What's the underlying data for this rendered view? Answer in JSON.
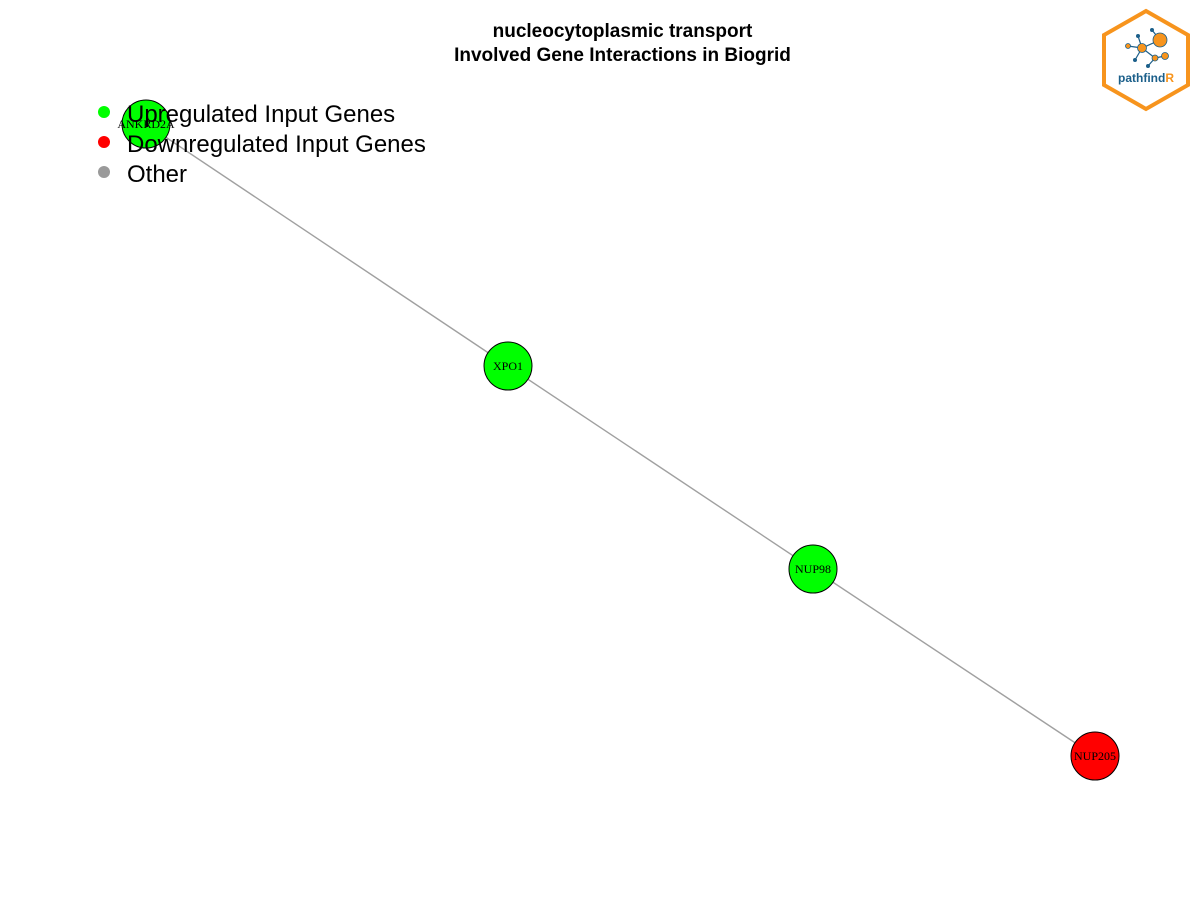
{
  "title": {
    "line1": "nucleocytoplasmic transport",
    "line2": "Involved Gene Interactions in Biogrid"
  },
  "legend": [
    {
      "label": "Upregulated Input Genes",
      "color": "#00ff00"
    },
    {
      "label": "Downregulated Input Genes",
      "color": "#ff0000"
    },
    {
      "label": "Other",
      "color": "#9a9a9a"
    }
  ],
  "network": {
    "nodes": [
      {
        "id": "ANKRD2A",
        "label": "ANKRD2A",
        "color": "#00ff00"
      },
      {
        "id": "XPO1",
        "label": "XPO1",
        "color": "#00ff00"
      },
      {
        "id": "NUP98",
        "label": "NUP98",
        "color": "#00ff00"
      },
      {
        "id": "NUP205",
        "label": "NUP205",
        "color": "#ff0000"
      }
    ],
    "edges": [
      {
        "source": "ANKRD2A",
        "target": "XPO1"
      },
      {
        "source": "XPO1",
        "target": "NUP98"
      },
      {
        "source": "NUP98",
        "target": "NUP205"
      }
    ],
    "edge_color": "#a0a0a0"
  },
  "logo": {
    "text_main": "pathfind",
    "text_accent": "R",
    "border_color": "#f7941d",
    "text_color": "#1b5f8a",
    "accent_color": "#f7941d"
  }
}
